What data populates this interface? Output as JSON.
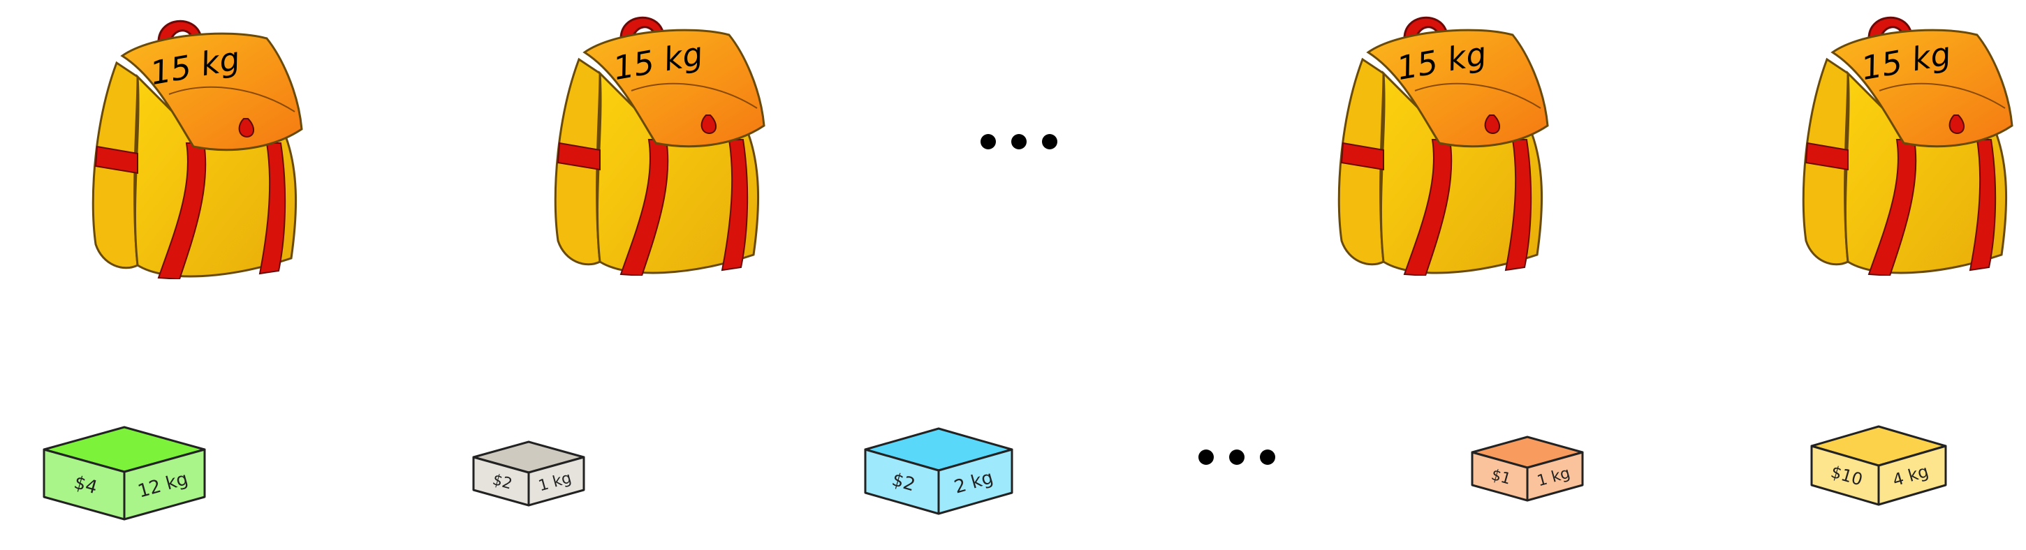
{
  "backpacks": [
    {
      "capacity": "15 kg"
    },
    {
      "capacity": "15 kg"
    },
    {
      "capacity": "15 kg"
    },
    {
      "capacity": "15 kg"
    }
  ],
  "items": [
    {
      "value": "$4",
      "weight": "12 kg",
      "color": "#7cf23a",
      "side": "#a9f58a"
    },
    {
      "value": "$2",
      "weight": "1 kg",
      "color": "#cfcabf",
      "side": "#e6e3dc"
    },
    {
      "value": "$2",
      "weight": "2 kg",
      "color": "#5ad8fa",
      "side": "#9ee9fc"
    },
    {
      "value": "$1",
      "weight": "1 kg",
      "color": "#f79b5f",
      "side": "#fbc39b"
    },
    {
      "value": "$10",
      "weight": "4 kg",
      "color": "#fbd24a",
      "side": "#fde58e"
    }
  ],
  "colors": {
    "bag_body": "#f7c20e",
    "bag_flap_top": "#f9a818",
    "bag_flap_bottom": "#f77e10",
    "strap": "#d8110b",
    "ellipsis": "#000000"
  }
}
